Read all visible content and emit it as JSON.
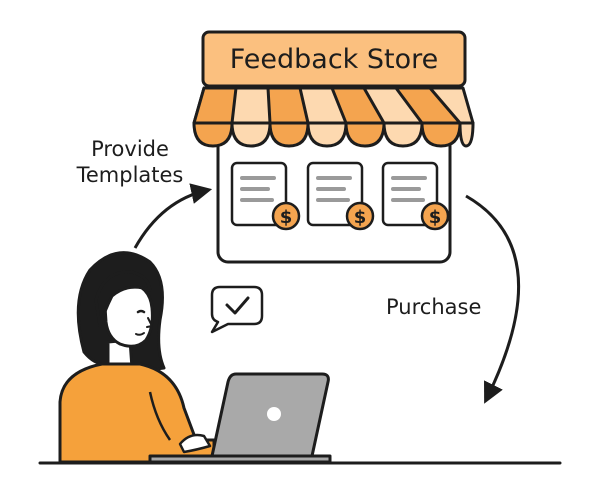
{
  "store": {
    "sign_text": "Feedback Store",
    "colors": {
      "sign": "#fbc07f",
      "awning_dark": "#f4a44f",
      "awning_light": "#fdd9b0",
      "coin": "#f4a44f",
      "outline": "#1d1d1d"
    },
    "templates": [
      {
        "icon": "dollar-coin-icon",
        "currency": "$"
      },
      {
        "icon": "dollar-coin-icon",
        "currency": "$"
      },
      {
        "icon": "dollar-coin-icon",
        "currency": "$"
      }
    ]
  },
  "flows": {
    "provide_line1": "Provide",
    "provide_line2": "Templates",
    "purchase": "Purchase"
  },
  "person": {
    "shirt_color": "#f5a13b",
    "laptop_color": "#a9a9a9",
    "speech_icon": "checkmark-speech-bubble-icon"
  }
}
